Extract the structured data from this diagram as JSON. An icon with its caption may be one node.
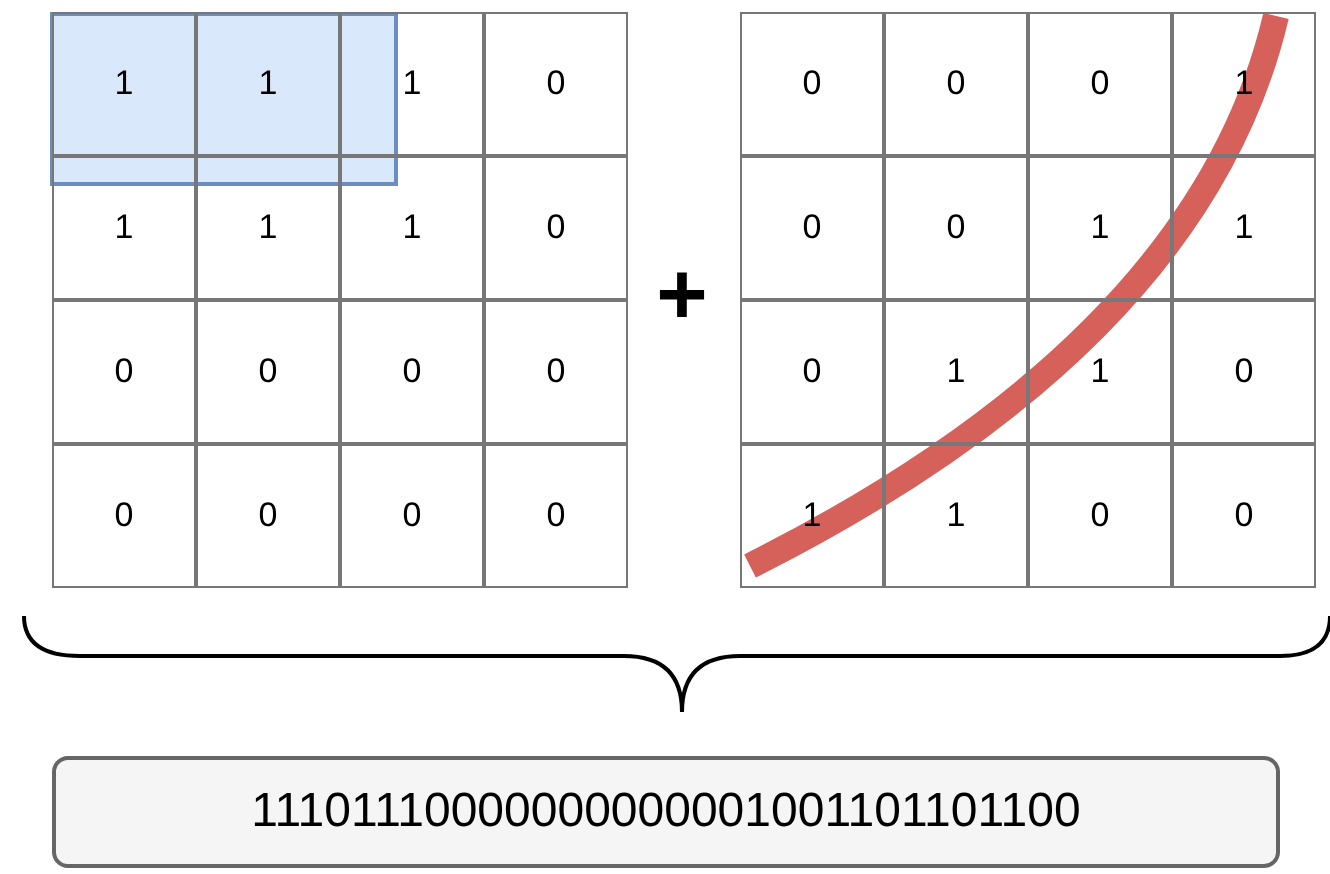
{
  "diagram": {
    "nodes": [
      {
        "text": [
          "11101110000000000001001101101100"
        ]
      }
    ],
    "edges": [],
    "labels": [
      "1",
      "1",
      "1",
      "0",
      "1",
      "1",
      "1",
      "0",
      "0",
      "0",
      "0",
      "0",
      "0",
      "0",
      "0",
      "0",
      "+",
      "0",
      "0",
      "0",
      "1",
      "0",
      "0",
      "1",
      "1",
      "0",
      "1",
      "1",
      "0",
      "1",
      "1",
      "0",
      "0"
    ]
  }
}
